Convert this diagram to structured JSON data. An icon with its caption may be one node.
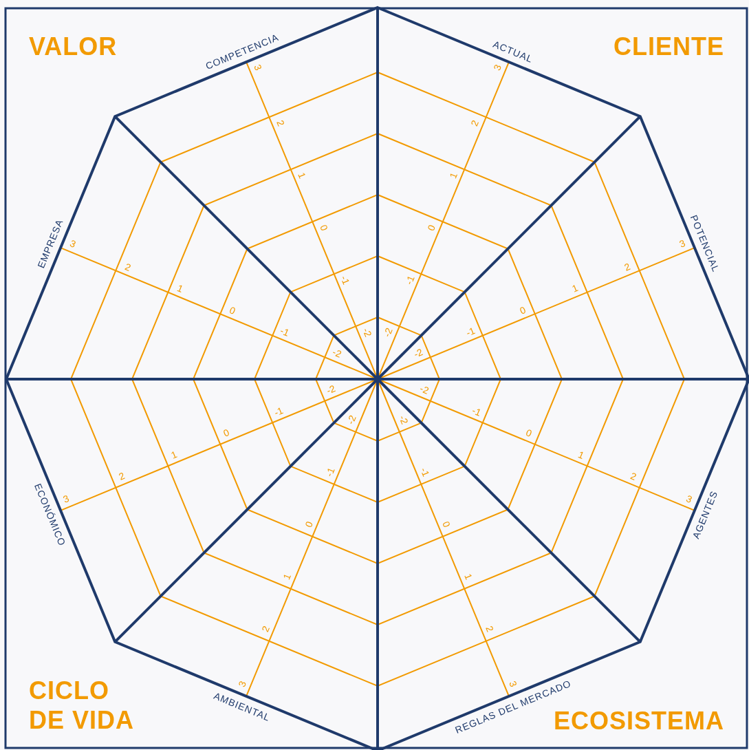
{
  "diagram": {
    "labels": [
      "VALOR",
      "CLIENTE",
      "CICLO DE VIDA",
      "ECOSISTEMA",
      "ACTUAL",
      "POTENCIAL",
      "AGENTES",
      "REGLAS DEL MERCADO",
      "AMBIENTAL",
      "ECONÓMICO",
      "EMPRESA",
      "COMPETENCIA",
      "-2",
      "-1",
      "0",
      "1",
      "2",
      "3",
      "-2",
      "-1",
      "0",
      "1",
      "2",
      "3",
      "-2",
      "-1",
      "0",
      "1",
      "2",
      "3",
      "-2",
      "-1",
      "0",
      "1",
      "2",
      "3",
      "-2",
      "-1",
      "0",
      "1",
      "2",
      "3",
      "-2",
      "-1",
      "0",
      "1",
      "2",
      "3",
      "-2",
      "-1",
      "0",
      "1",
      "2",
      "3",
      "-2",
      "-1",
      "0",
      "1",
      "2",
      "3"
    ]
  }
}
